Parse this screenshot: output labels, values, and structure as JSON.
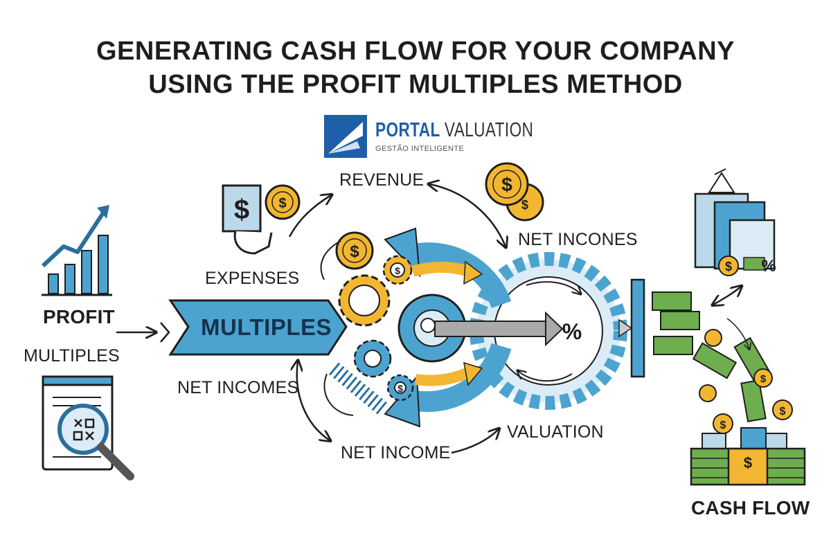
{
  "title": {
    "line1": "GENERATING CASH FLOW FOR YOUR COMPANY",
    "line2": "USING THE PROFIT MULTIPLES METHOD"
  },
  "brand": {
    "name_primary": "PORTAL",
    "name_secondary": "VALUATION",
    "tagline": "GESTÃO INTELIGENTE"
  },
  "labels": {
    "profit": "PROFIT",
    "multiples_left": "MULTIPLES",
    "multiples_center": "MULTIPLES",
    "revenue": "REVENUE",
    "expenses": "EXPENSES",
    "net_incones": "NET INCONES",
    "net_incomes": "NET INCOMES",
    "net_income": "NET INCOME",
    "valuation": "VALUATION",
    "cash_flow": "CASH FLOW"
  },
  "symbols": {
    "dollar": "$",
    "percent": "%"
  },
  "colors": {
    "blue": "#4da3cf",
    "dark_blue": "#2b6f9c",
    "gold": "#f2b632",
    "green": "#6fae4f",
    "ink": "#1e1e1e"
  }
}
